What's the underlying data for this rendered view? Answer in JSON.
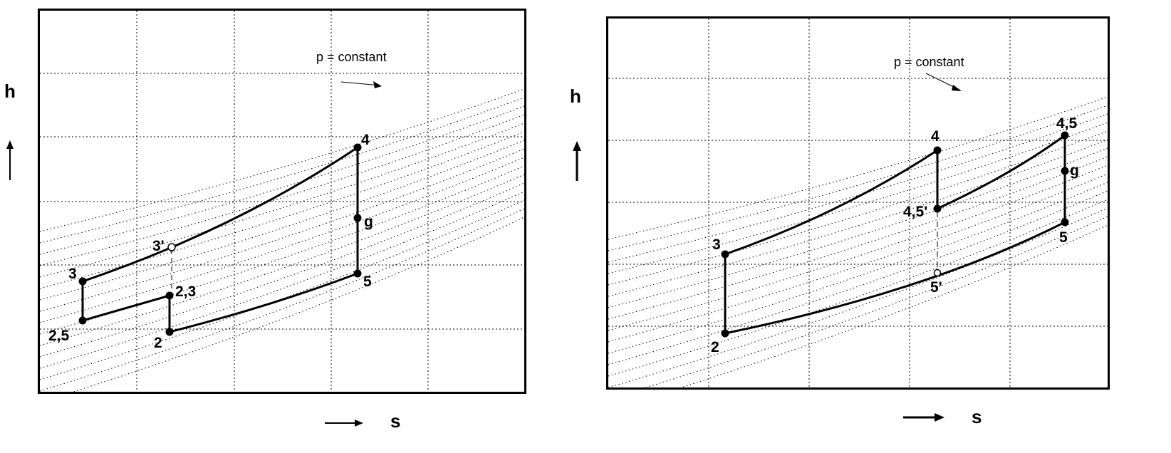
{
  "diagrams": [
    {
      "id": "left",
      "y_axis_label": "h",
      "x_axis_label": "s",
      "annotation": "p = constant",
      "points": [
        {
          "id": "p4",
          "label": "4"
        },
        {
          "id": "pg",
          "label": "g"
        },
        {
          "id": "p5",
          "label": "5"
        },
        {
          "id": "p3p",
          "label": "3'"
        },
        {
          "id": "p3",
          "label": "3"
        },
        {
          "id": "p23",
          "label": "2,3"
        },
        {
          "id": "p25",
          "label": "2,5"
        },
        {
          "id": "p2",
          "label": "2"
        }
      ]
    },
    {
      "id": "right",
      "y_axis_label": "h",
      "x_axis_label": "s",
      "annotation": "p = constant",
      "points": [
        {
          "id": "q45",
          "label": "4,5"
        },
        {
          "id": "q4",
          "label": "4"
        },
        {
          "id": "qg",
          "label": "g"
        },
        {
          "id": "q45p",
          "label": "4,5'"
        },
        {
          "id": "q3",
          "label": "3"
        },
        {
          "id": "q5",
          "label": "5"
        },
        {
          "id": "q5p",
          "label": "5'"
        },
        {
          "id": "q2",
          "label": "2"
        }
      ]
    }
  ]
}
